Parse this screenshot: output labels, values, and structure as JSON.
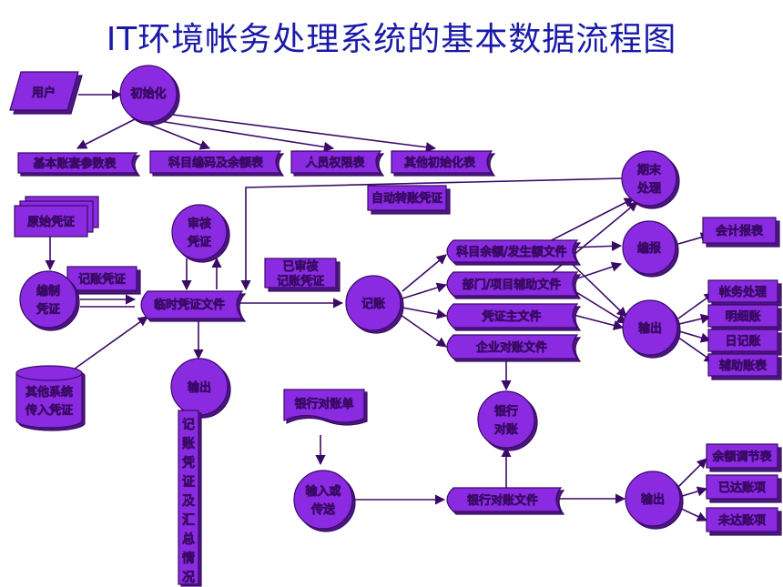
{
  "title": "IT环境帐务处理系统的基本数据流程图",
  "colors": {
    "fill": "#8a2be2",
    "stroke": "#3a0a66",
    "shadow": "#4b1780",
    "text": "#ffffff",
    "title": "#1a1aa8"
  },
  "nodes": {
    "user": "用户",
    "init": "初始化",
    "basic_params": "基本账套参数表",
    "subject_codes": "科目编码及余额表",
    "permissions": "人员权限表",
    "other_init": "其他初始化表",
    "auto_transfer": "自动转账凭证",
    "original_voucher": "原始凭证",
    "audit": [
      "审核",
      "凭证"
    ],
    "period_end": [
      "期末",
      "处理"
    ],
    "report": "编报",
    "accounting_report": "会计报表",
    "bookkeeping_voucher": "记账凭证",
    "prepare": [
      "编制",
      "凭证"
    ],
    "temp_voucher_file": "临时凭证文件",
    "audited": [
      "已审核",
      "记账凭证"
    ],
    "post": "记账",
    "subject_balance_file": "科目余额/发生额文件",
    "dept_project_file": "部门/项目辅助文件",
    "voucher_main_file": "凭证主文件",
    "enterprise_recon_file": "企业对账文件",
    "output_right": "输出",
    "account_processing": "帐务处理",
    "detail_ledger": "明细账",
    "journal": "日记账",
    "aux_ledger": "辅助账表",
    "other_system": [
      "其他系统",
      "传入凭证"
    ],
    "output_mid": "输出",
    "bookkeeping_summary": [
      "记",
      "账",
      "凭",
      "证",
      "及",
      "汇",
      "总",
      "情",
      "况"
    ],
    "bank_statement": "银行对账单",
    "bank_recon": [
      "银行",
      "对账"
    ],
    "input_transfer": [
      "输入或",
      "传送"
    ],
    "bank_recon_file": "银行对账文件",
    "output_bank": "输出",
    "balance_adjust": "余额调节表",
    "reconciled": "已达账项",
    "unreconciled": "未达账项"
  }
}
